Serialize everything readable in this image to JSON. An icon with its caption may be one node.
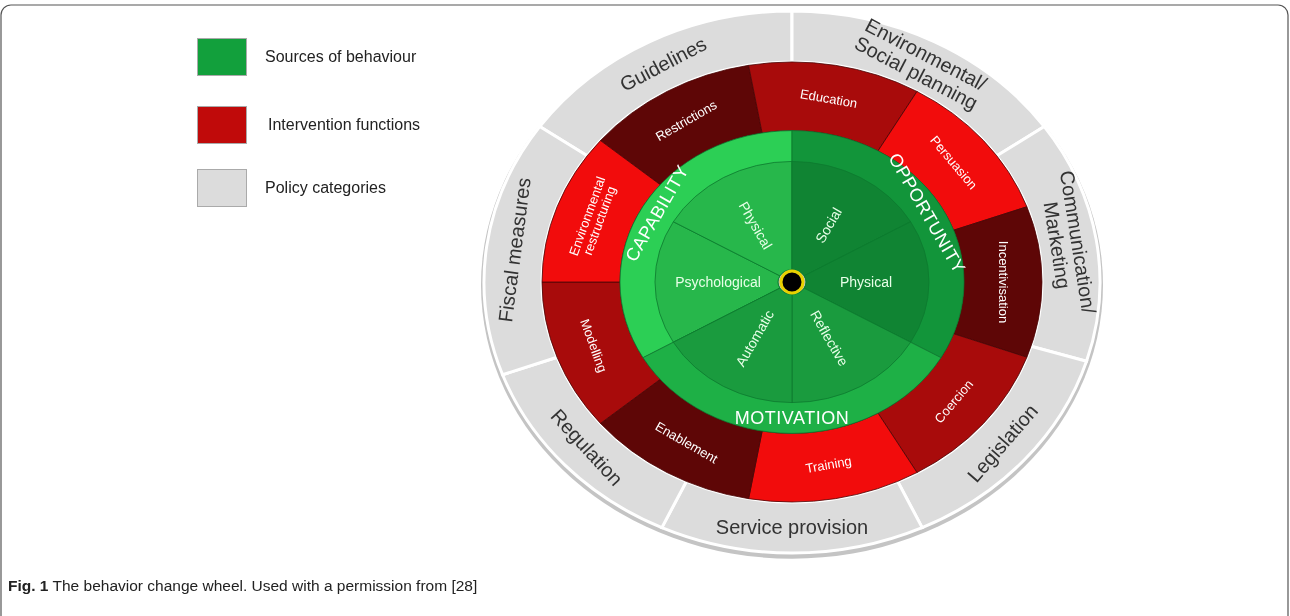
{
  "diagram": {
    "caption": "**Fig. 1** The behavior change wheel. Used with a permission from [28]",
    "nodes": [
      {
        "text": [
          "Guidelines"
        ]
      },
      {
        "text": [
          "Environmental/ Social planning"
        ]
      },
      {
        "text": [
          "Communication/ Marketing"
        ]
      },
      {
        "text": [
          "Legislation"
        ]
      },
      {
        "text": [
          "Service provision"
        ]
      },
      {
        "text": [
          "Regulation"
        ]
      },
      {
        "text": [
          "Fiscal measures"
        ]
      },
      {
        "text": [
          "Restrictions"
        ]
      },
      {
        "text": [
          "Education"
        ]
      },
      {
        "text": [
          "Persuasion"
        ]
      },
      {
        "text": [
          "Incentivisation"
        ]
      },
      {
        "text": [
          "Coercion"
        ]
      },
      {
        "text": [
          "Training"
        ]
      },
      {
        "text": [
          "Enablement"
        ]
      },
      {
        "text": [
          "Modelling"
        ]
      },
      {
        "text": [
          "Environmental restructuring"
        ]
      },
      {
        "text": [
          "CAPABILITY"
        ]
      },
      {
        "text": [
          "Psychological"
        ],
        "in": 16
      },
      {
        "text": [
          "Physical"
        ],
        "in": 16
      },
      {
        "text": [
          "OPPORTUNITY"
        ]
      },
      {
        "text": [
          "Social"
        ],
        "in": 19
      },
      {
        "text": [
          "Physical"
        ],
        "in": 19
      },
      {
        "text": [
          "MOTIVATION"
        ]
      },
      {
        "text": [
          "Reflective"
        ],
        "in": 22
      },
      {
        "text": [
          "Automatic"
        ],
        "in": 22
      }
    ],
    "legend": [
      {
        "text": "Sources of behaviour",
        "color": "#12a03c"
      },
      {
        "text": "Intervention functions",
        "color": "#c00a0a"
      },
      {
        "text": "Policy categories",
        "color": "#dcdcdc"
      }
    ]
  }
}
